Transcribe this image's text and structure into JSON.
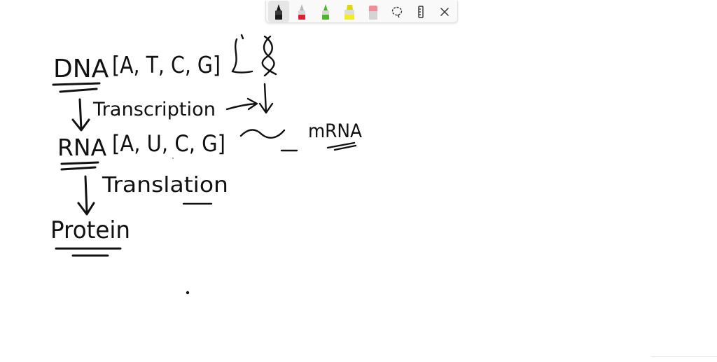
{
  "toolbar": {
    "tools": [
      {
        "name": "black-pen",
        "color": "#1a1a1a",
        "selected": true
      },
      {
        "name": "red-pen",
        "color": "#e0202e"
      },
      {
        "name": "green-pen",
        "color": "#4fb62c"
      },
      {
        "name": "yellow-highlighter",
        "color": "#f2ec22"
      },
      {
        "name": "eraser",
        "color": "#f08d9a"
      },
      {
        "name": "lasso-icon"
      },
      {
        "name": "ruler-icon"
      },
      {
        "name": "close-icon"
      }
    ]
  },
  "whiteboard": {
    "dna_label": "DNA",
    "dna_bases": "[A, T, C, G]",
    "transcription_label": "Transcription",
    "rna_label": "RNA",
    "rna_bases": "[A, U, C, G]",
    "mrna_label": "mRNA",
    "translation_label": "Translation",
    "protein_label": "Protein"
  }
}
